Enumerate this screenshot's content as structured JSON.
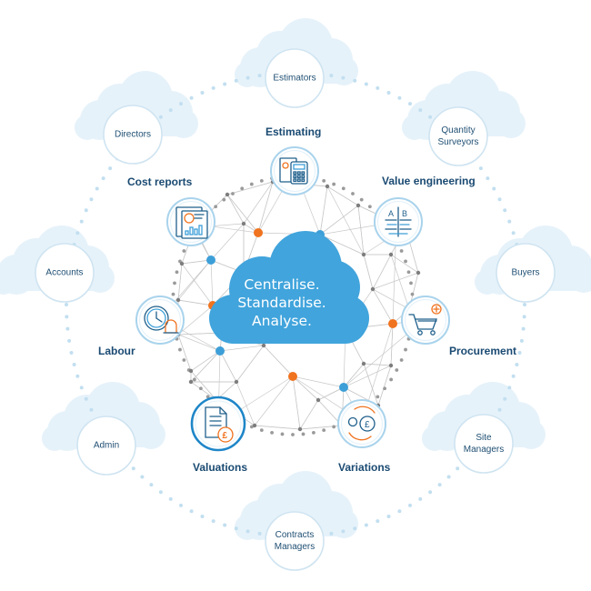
{
  "center": {
    "lines": [
      "Centralise.",
      "Standardise.",
      "Analyse."
    ]
  },
  "roles": [
    {
      "id": "estimators",
      "lines": [
        "Estimators"
      ]
    },
    {
      "id": "quantity-surveyors",
      "lines": [
        "Quantity",
        "Surveyors"
      ]
    },
    {
      "id": "buyers",
      "lines": [
        "Buyers"
      ]
    },
    {
      "id": "site-managers",
      "lines": [
        "Site",
        "Managers"
      ]
    },
    {
      "id": "contracts-managers",
      "lines": [
        "Contracts",
        "Managers"
      ]
    },
    {
      "id": "admin",
      "lines": [
        "Admin"
      ]
    },
    {
      "id": "accounts",
      "lines": [
        "Accounts"
      ]
    },
    {
      "id": "directors",
      "lines": [
        "Directors"
      ]
    }
  ],
  "modules": [
    {
      "id": "estimating",
      "label": "Estimating",
      "icon": "calculator-document-icon"
    },
    {
      "id": "value-engineering",
      "label": "Value engineering",
      "icon": "ab-comparison-icon"
    },
    {
      "id": "procurement",
      "label": "Procurement",
      "icon": "shopping-cart-icon"
    },
    {
      "id": "variations",
      "label": "Variations",
      "icon": "pound-cycle-icon"
    },
    {
      "id": "valuations",
      "label": "Valuations",
      "icon": "pound-document-icon"
    },
    {
      "id": "labour",
      "label": "Labour",
      "icon": "clock-worker-icon"
    },
    {
      "id": "cost-reports",
      "label": "Cost reports",
      "icon": "chart-report-icon"
    }
  ],
  "colors": {
    "cloud": "#e6f2fa",
    "ring_dots": "#c2dff0",
    "role_circle_border": "#cfe4f1",
    "module_circle_border": "#a9d3ec",
    "module_active_border": "#1f86c8",
    "center_cloud": "#41a4dc",
    "node_orange": "#f0731f",
    "node_blue": "#3d9fd8",
    "node_grey": "#7d7d7d",
    "mesh_line": "#c8c8c8",
    "role_text": "#1f4f73",
    "module_text": "#1a4a72"
  }
}
